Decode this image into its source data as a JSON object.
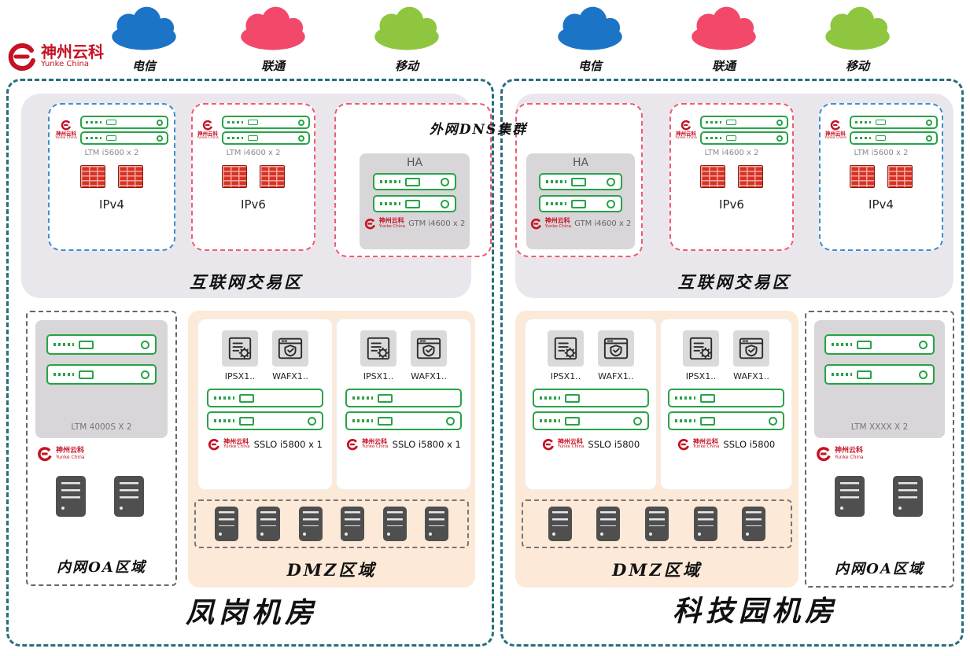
{
  "brand": {
    "name": "神州云科",
    "sub": "Yunke China"
  },
  "isp_clouds": [
    {
      "label": "电信",
      "color": "#1b74c5"
    },
    {
      "label": "联通",
      "color": "#f2486a"
    },
    {
      "label": "移动",
      "color": "#8ec63f"
    }
  ],
  "dns_cluster_title": "外网DNS集群",
  "colors": {
    "dc_border": "#266f7a",
    "internet_zone_bg": "#e9e7ec",
    "ipv4_border": "#3e8ed0",
    "ipv6_border": "#ef5b73",
    "device_green": "#27a348",
    "firewall_red": "#d63325",
    "dmz_bg": "#fce9d7",
    "brand_red": "#c51224"
  },
  "datacenters": [
    {
      "name": "凤岗机房",
      "internet_zone_label": "互联网交易区",
      "ipv4": {
        "label": "IPv4",
        "device": "LTM i5600 x 2"
      },
      "ipv6": {
        "label": "IPv6",
        "device": "LTM i4600 x 2"
      },
      "dns": {
        "ha": "HA",
        "device": "GTM i4600 x 2"
      },
      "oa": {
        "label": "内网OA区域",
        "device": "LTM 4000S X 2"
      },
      "dmz": {
        "label": "DMZ区域",
        "server_count": 6,
        "cards": [
          {
            "ips": "IPSX1..",
            "waf": "WAFX1..",
            "sslo": "SSLO i5800 x 1"
          },
          {
            "ips": "IPSX1..",
            "waf": "WAFX1..",
            "sslo": "SSLO i5800 x 1"
          }
        ]
      }
    },
    {
      "name": "科技园机房",
      "internet_zone_label": "互联网交易区",
      "ipv4": {
        "label": "IPv4",
        "device": "LTM i5600 x 2"
      },
      "ipv6": {
        "label": "IPv6",
        "device": "LTM i4600 x 2"
      },
      "dns": {
        "ha": "HA",
        "device": "GTM i4600 x 2"
      },
      "oa": {
        "label": "内网OA区域",
        "device": "LTM XXXX X 2"
      },
      "dmz": {
        "label": "DMZ区域",
        "server_count": 5,
        "cards": [
          {
            "ips": "IPSX1..",
            "waf": "WAFX1..",
            "sslo": "SSLO i5800"
          },
          {
            "ips": "IPSX1..",
            "waf": "WAFX1..",
            "sslo": "SSLO i5800"
          }
        ]
      }
    }
  ]
}
